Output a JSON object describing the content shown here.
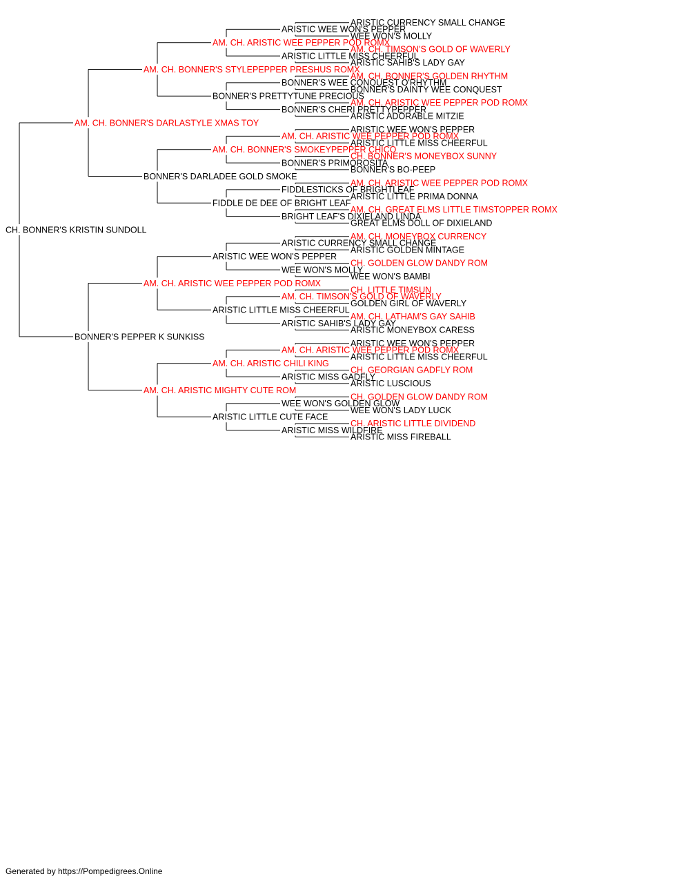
{
  "colors": {
    "champion": "#ff0000",
    "regular": "#000000",
    "line": "#000000"
  },
  "footer": "Generated by https://Pompedigrees.Online",
  "pedigree": {
    "name": "CH. BONNER'S KRISTIN SUNDOLL",
    "champion": false,
    "sire": {
      "name": "AM. CH. BONNER'S DARLASTYLE XMAS TOY",
      "champion": true,
      "sire": {
        "name": "AM. CH. BONNER'S STYLEPEPPER PRESHUS ROMX",
        "champion": true,
        "sire": {
          "name": "AM. CH. ARISTIC WEE PEPPER POD ROMX",
          "champion": true,
          "sire": {
            "name": "ARISTIC WEE WON'S PEPPER",
            "champion": false,
            "sire": {
              "name": "ARISTIC CURRENCY SMALL CHANGE",
              "champion": false
            },
            "dam": {
              "name": "WEE WON'S MOLLY",
              "champion": false
            }
          },
          "dam": {
            "name": "ARISTIC LITTLE MISS CHEERFUL",
            "champion": false,
            "sire": {
              "name": "AM. CH. TIMSON'S GOLD OF WAVERLY",
              "champion": true
            },
            "dam": {
              "name": "ARISTIC SAHIB'S LADY GAY",
              "champion": false
            }
          }
        },
        "dam": {
          "name": "BONNER'S PRETTYTUNE PRECIOUS",
          "champion": false,
          "sire": {
            "name": "BONNER'S WEE CONQUEST O'RHYTHM",
            "champion": false,
            "sire": {
              "name": "AM. CH. BONNER'S GOLDEN RHYTHM",
              "champion": true
            },
            "dam": {
              "name": "BONNER'S DAINTY WEE CONQUEST",
              "champion": false
            }
          },
          "dam": {
            "name": "BONNER'S CHERI PRETTYPEPPER",
            "champion": false,
            "sire": {
              "name": "AM. CH. ARISTIC WEE PEPPER POD ROMX",
              "champion": true
            },
            "dam": {
              "name": "ARISTIC ADORABLE MITZIE",
              "champion": false
            }
          }
        }
      },
      "dam": {
        "name": "BONNER'S DARLADEE GOLD SMOKE",
        "champion": false,
        "sire": {
          "name": "AM. CH. BONNER'S SMOKEYPEPPER CHICO",
          "champion": true,
          "sire": {
            "name": "AM. CH. ARISTIC WEE PEPPER POD ROMX",
            "champion": true,
            "sire": {
              "name": "ARISTIC WEE WON'S PEPPER",
              "champion": false
            },
            "dam": {
              "name": "ARISTIC LITTLE MISS CHEERFUL",
              "champion": false
            }
          },
          "dam": {
            "name": "BONNER'S PRIMOROSITA",
            "champion": false,
            "sire": {
              "name": "CH. BONNER'S MONEYBOX SUNNY",
              "champion": true
            },
            "dam": {
              "name": "BONNER'S BO-PEEP",
              "champion": false
            }
          }
        },
        "dam": {
          "name": "FIDDLE DE DEE OF BRIGHT LEAF",
          "champion": false,
          "sire": {
            "name": "FIDDLESTICKS OF BRIGHTLEAF",
            "champion": false,
            "sire": {
              "name": "AM. CH. ARISTIC WEE PEPPER POD ROMX",
              "champion": true
            },
            "dam": {
              "name": "ARISTIC LITTLE PRIMA DONNA",
              "champion": false
            }
          },
          "dam": {
            "name": "BRIGHT LEAF'S DIXIELAND LINDA",
            "champion": false,
            "sire": {
              "name": "AM. CH. GREAT ELMS LITTLE TIMSTOPPER ROMX",
              "champion": true
            },
            "dam": {
              "name": "GREAT ELMS DOLL OF DIXIELAND",
              "champion": false
            }
          }
        }
      }
    },
    "dam": {
      "name": "BONNER'S PEPPER K SUNKISS",
      "champion": false,
      "sire": {
        "name": "AM. CH. ARISTIC WEE PEPPER POD ROMX",
        "champion": true,
        "sire": {
          "name": "ARISTIC WEE WON'S PEPPER",
          "champion": false,
          "sire": {
            "name": "ARISTIC CURRENCY SMALL CHANGE",
            "champion": false,
            "sire": {
              "name": "AM. CH. MONEYBOX CURRENCY",
              "champion": true
            },
            "dam": {
              "name": "ARISTIC GOLDEN MINTAGE",
              "champion": false
            }
          },
          "dam": {
            "name": "WEE WON'S MOLLY",
            "champion": false,
            "sire": {
              "name": "CH. GOLDEN GLOW DANDY ROM",
              "champion": true
            },
            "dam": {
              "name": "WEE WON'S BAMBI",
              "champion": false
            }
          }
        },
        "dam": {
          "name": "ARISTIC LITTLE MISS CHEERFUL",
          "champion": false,
          "sire": {
            "name": "AM. CH. TIMSON'S GOLD OF WAVERLY",
            "champion": true,
            "sire": {
              "name": "CH. LITTLE TIMSUN",
              "champion": true
            },
            "dam": {
              "name": "GOLDEN GIRL OF WAVERLY",
              "champion": false
            }
          },
          "dam": {
            "name": "ARISTIC SAHIB'S LADY GAY",
            "champion": false,
            "sire": {
              "name": "AM. CH. LATHAM'S GAY SAHIB",
              "champion": true
            },
            "dam": {
              "name": "ARISTIC MONEYBOX CARESS",
              "champion": false
            }
          }
        }
      },
      "dam": {
        "name": "AM. CH. ARISTIC MIGHTY CUTE ROM",
        "champion": true,
        "sire": {
          "name": "AM. CH. ARISTIC CHILI KING",
          "champion": true,
          "sire": {
            "name": "AM. CH. ARISTIC WEE PEPPER POD ROMX",
            "champion": true,
            "sire": {
              "name": "ARISTIC WEE WON'S PEPPER",
              "champion": false
            },
            "dam": {
              "name": "ARISTIC LITTLE MISS CHEERFUL",
              "champion": false
            }
          },
          "dam": {
            "name": "ARISTIC MISS GADFLY",
            "champion": false,
            "sire": {
              "name": "CH. GEORGIAN GADFLY ROM",
              "champion": true
            },
            "dam": {
              "name": "ARISTIC LUSCIOUS",
              "champion": false
            }
          }
        },
        "dam": {
          "name": "ARISTIC LITTLE CUTE FACE",
          "champion": false,
          "sire": {
            "name": "WEE WON'S GOLDEN GLOW",
            "champion": false,
            "sire": {
              "name": "CH. GOLDEN GLOW DANDY ROM",
              "champion": true
            },
            "dam": {
              "name": "WEE WON'S LADY LUCK",
              "champion": false
            }
          },
          "dam": {
            "name": "ARISTIC MISS WILDFIRE",
            "champion": false,
            "sire": {
              "name": "CH. ARISTIC LITTLE DIVIDEND",
              "champion": true
            },
            "dam": {
              "name": "ARISTIC MISS FIREBALL",
              "champion": false
            }
          }
        }
      }
    }
  }
}
